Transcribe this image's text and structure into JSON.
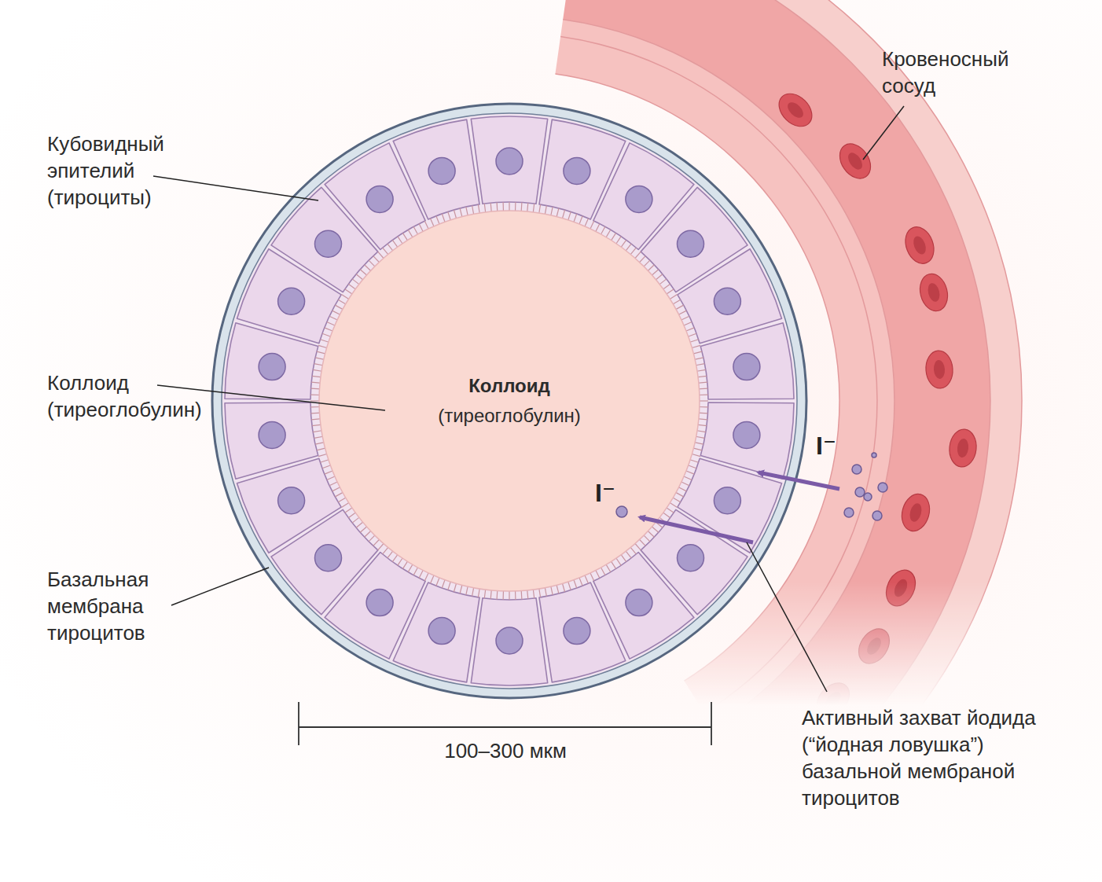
{
  "diagram": {
    "nodes": [
      {
        "text": [
          "Коллоид",
          "(тиреоглобулин)"
        ]
      }
    ],
    "labels": [
      "Кровеносный сосуд",
      "Кубовидный эпителий (тироциты)",
      "Коллоид (тиреоглобулин)",
      "Базальная мембрана тироцитов",
      "I⁻",
      "I⁻",
      "100–300 мкм",
      "Активный захват йодида (“йодная ловушка”) базальной мембраной тироцитов"
    ]
  }
}
